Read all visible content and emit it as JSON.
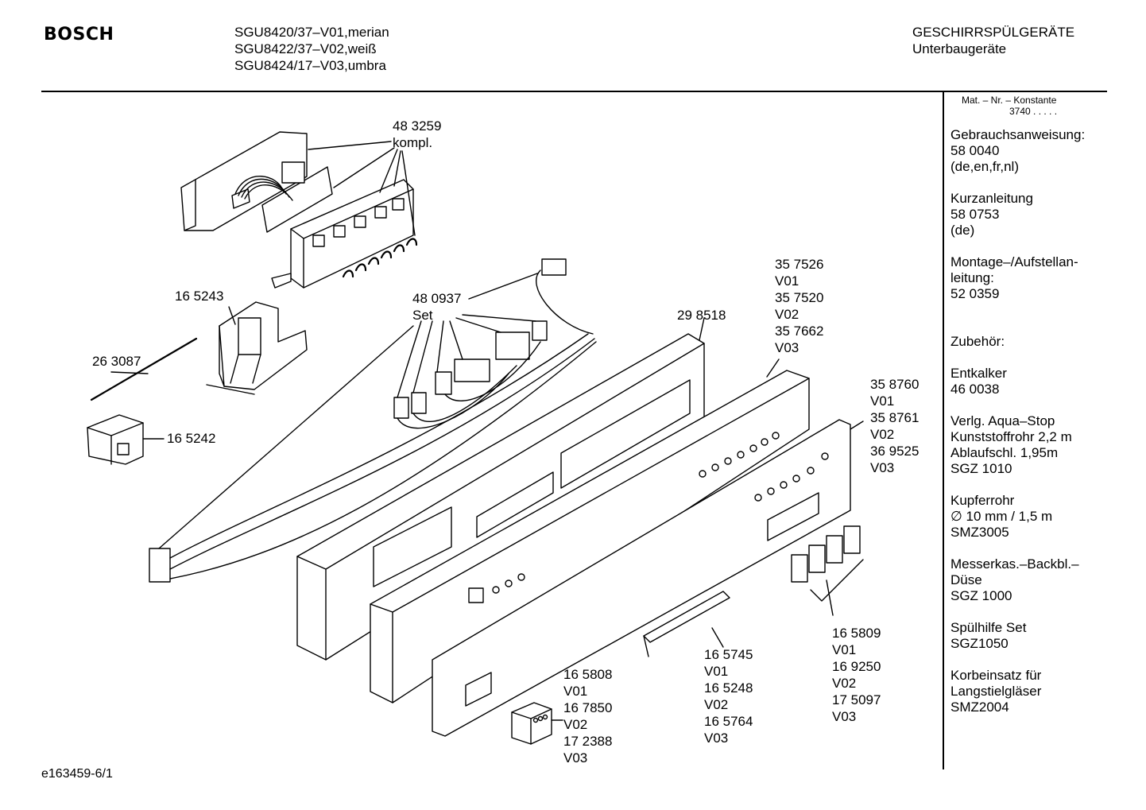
{
  "header": {
    "brand": "BOSCH",
    "models": [
      "SGU8420/37–V01,merian",
      "SGU8422/37–V02,weiß",
      "SGU8424/17–V03,umbra"
    ],
    "category_line1": "GESCHIRRSPÜLGERÄTE",
    "category_line2": "Unterbaugeräte"
  },
  "side_panel": {
    "constant_label": "Mat. – Nr. – Konstante",
    "constant_value": "3740 .  .  .  .  .",
    "blocks": [
      {
        "lines": [
          "Gebrauchsanweisung:",
          "58 0040",
          "(de,en,fr,nl)"
        ]
      },
      {
        "lines": [
          "Kurzanleitung",
          "58 0753",
          "(de)"
        ]
      },
      {
        "lines": [
          "Montage–/Aufstellan-",
          "leitung:",
          "52 0359"
        ]
      },
      {
        "lines": [
          "Zubehör:"
        ]
      },
      {
        "lines": [
          "Entkalker",
          "46 0038"
        ]
      },
      {
        "lines": [
          "Verlg. Aqua–Stop",
          "Kunststoffrohr 2,2 m",
          "Ablaufschl. 1,95m",
          "SGZ 1010"
        ]
      },
      {
        "lines": [
          "Kupferrohr",
          "∅ 10 mm / 1,5 m",
          "SMZ3005"
        ]
      },
      {
        "lines": [
          "Messerkas.–Backbl.–",
          "Düse",
          "SGZ 1000"
        ]
      },
      {
        "lines": [
          "Spülhilfe Set",
          "SGZ1050"
        ]
      },
      {
        "lines": [
          "Korbeinsatz für",
          "Langstielgläser",
          "SMZ2004"
        ]
      }
    ]
  },
  "part_labels": {
    "p483259": [
      "48 3259",
      "kompl."
    ],
    "p165243": [
      "16 5243"
    ],
    "p263087": [
      "26 3087"
    ],
    "p165242": [
      "16 5242"
    ],
    "p480937": [
      "48 0937",
      "Set"
    ],
    "p298518": [
      "29 8518"
    ],
    "p357526": [
      "35 7526",
      "V01",
      "35 7520",
      "V02",
      "35 7662",
      "V03"
    ],
    "p358760": [
      "35 8760",
      "V01",
      "35 8761",
      "V02",
      "36 9525",
      "V03"
    ],
    "p165809": [
      "16 5809",
      "V01",
      "16 9250",
      "V02",
      "17 5097",
      "V03"
    ],
    "p165745": [
      "16 5745",
      "V01",
      "16 5248",
      "V02",
      "16 5764",
      "V03"
    ],
    "p165808": [
      "16 5808",
      "V01",
      "16 7850",
      "V02",
      "17 2388",
      "V03"
    ]
  },
  "footer": {
    "doc_number": "e163459-6/1"
  }
}
